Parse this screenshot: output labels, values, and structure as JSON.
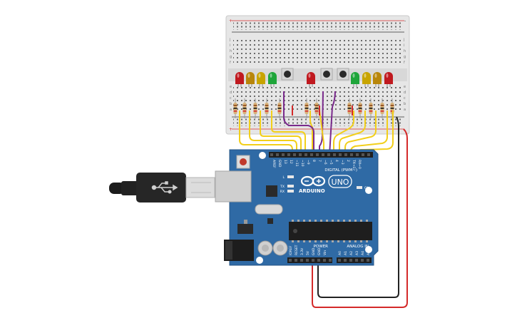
{
  "board": {
    "name": "ARDUINO",
    "model": "UNO",
    "digital_label": "DIGITAL (PWM~)",
    "power_label": "POWER",
    "analog_label": "ANALOG IN",
    "led_on": "ON",
    "led_l": "L",
    "led_tx": "TX",
    "led_rx": "RX",
    "top_pins": [
      "AREF",
      "GND",
      "13",
      "12",
      "~11",
      "~10",
      "~9",
      "8",
      "7",
      "~6",
      "~5",
      "4",
      "~3",
      "2",
      "TX→1",
      "RX←0"
    ],
    "power_pins": [
      "IOREF",
      "RESET",
      "3.3V",
      "5V",
      "GND",
      "GND",
      "Vin"
    ],
    "analog_pins": [
      "A0",
      "A1",
      "A2",
      "A3",
      "A4",
      "A5"
    ]
  },
  "breadboard": {
    "row_letters_top": [
      "j",
      "i",
      "h",
      "g",
      "f"
    ],
    "row_letters_bottom": [
      "e",
      "d",
      "c",
      "b",
      "a"
    ],
    "leds": [
      {
        "color": "#c0191f"
      },
      {
        "color": "#b8860b"
      },
      {
        "color": "#c8a400"
      },
      {
        "color": "#1fa53a"
      },
      {
        "color": "#c0191f"
      },
      {
        "color": "#1fa53a"
      },
      {
        "color": "#c8a400"
      },
      {
        "color": "#b8860b"
      },
      {
        "color": "#c0191f"
      }
    ],
    "buttons": 3
  },
  "colors": {
    "board": "#2f6aa5",
    "wire_yellow": "#f2cf1a",
    "wire_purple": "#7a2a8c",
    "wire_red": "#d42a2a",
    "wire_black": "#222222"
  }
}
